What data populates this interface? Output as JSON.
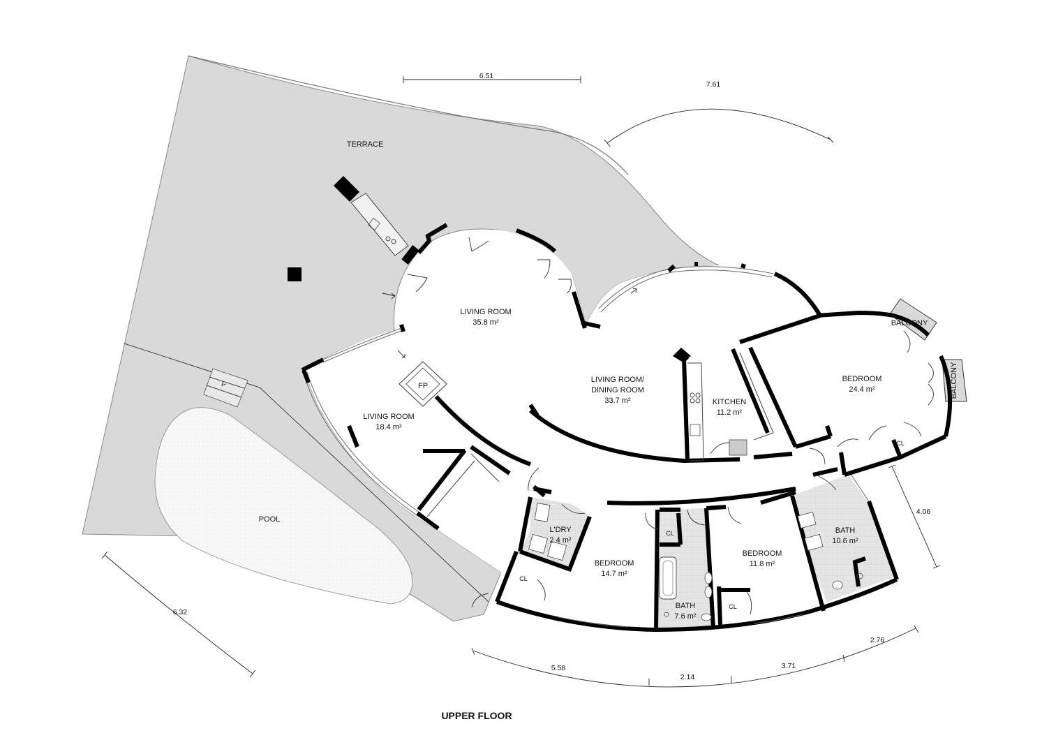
{
  "title": "UPPER FLOOR",
  "rooms": {
    "terrace": "TERRACE",
    "pool": "POOL",
    "living_room_1_name": "LIVING ROOM",
    "living_room_1_area": "35.8 m²",
    "living_room_2_name": "LIVING ROOM",
    "living_room_2_area": "18.4 m²",
    "living_dining_name_1": "LIVING ROOM/",
    "living_dining_name_2": "DINING ROOM",
    "living_dining_area": "33.7 m²",
    "fireplace": "FP",
    "kitchen_name": "KITCHEN",
    "kitchen_area": "11.2 m²",
    "master_bedroom_name": "BEDROOM",
    "master_bedroom_area": "24.4 m²",
    "balcony_1": "BALCONY",
    "balcony_2": "BALCONY",
    "closet_master": "CL",
    "laundry_name": "L'DRY",
    "laundry_area": "2.4 m²",
    "closet_laundry": "CL",
    "bedroom_2_name": "BEDROOM",
    "bedroom_2_area": "14.7 m²",
    "closet_bath_1": "CL",
    "bath_1_name": "BATH",
    "bath_1_area": "7.6 m²",
    "bedroom_3_name": "BEDROOM",
    "bedroom_3_area": "11.8 m²",
    "closet_bedroom_3": "CL",
    "bath_2_name": "BATH",
    "bath_2_area": "10.6 m²"
  },
  "dimensions": {
    "top": "6.51",
    "top_right_arc": "7.61",
    "right": "4.06",
    "left_arc": "6.32",
    "bottom_1": "5.58",
    "bottom_2": "2.14",
    "bottom_3": "3.71",
    "bottom_4": "2.76"
  },
  "colors": {
    "terrace_fill": "#d9d9d9",
    "wet_area_fill": "#e6e6e6",
    "pool_fill": "#f6f6f6",
    "wall": "#000000"
  }
}
